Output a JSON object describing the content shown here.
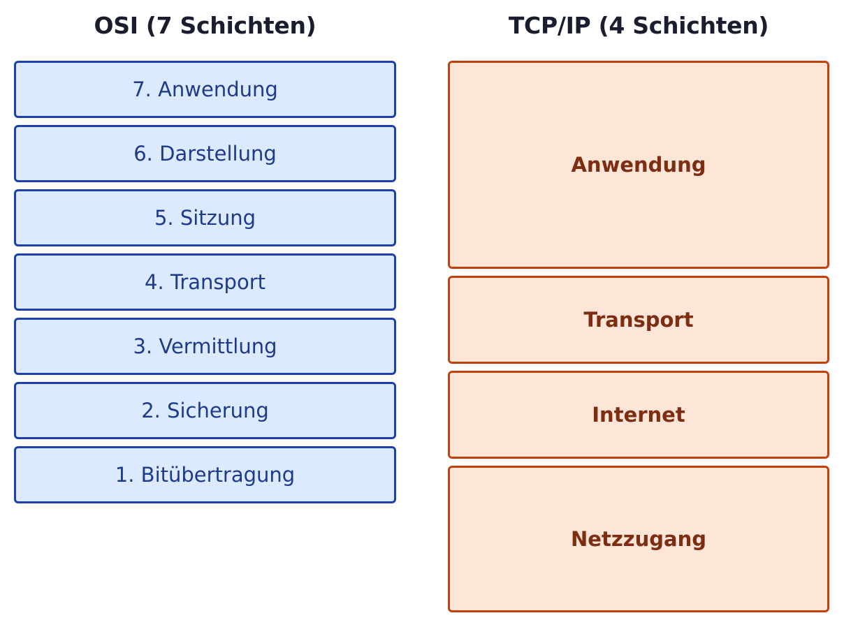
{
  "osi": {
    "title": "OSI (7 Schichten)",
    "layers": [
      "7. Anwendung",
      "6. Darstellung",
      "5. Sitzung",
      "4. Transport",
      "3. Vermittlung",
      "2. Sicherung",
      "1. Bitübertragung"
    ]
  },
  "tcpip": {
    "title": "TCP/IP (4 Schichten)",
    "layers": [
      "Anwendung",
      "Transport",
      "Internet",
      "Netzzugang"
    ]
  },
  "colors": {
    "osi_fill": "#dbeafe",
    "osi_border": "#1e40af",
    "osi_text": "#1e3a8a",
    "tcp_fill": "#fde6d7",
    "tcp_border": "#c2410c",
    "tcp_text": "#7c2d12"
  }
}
